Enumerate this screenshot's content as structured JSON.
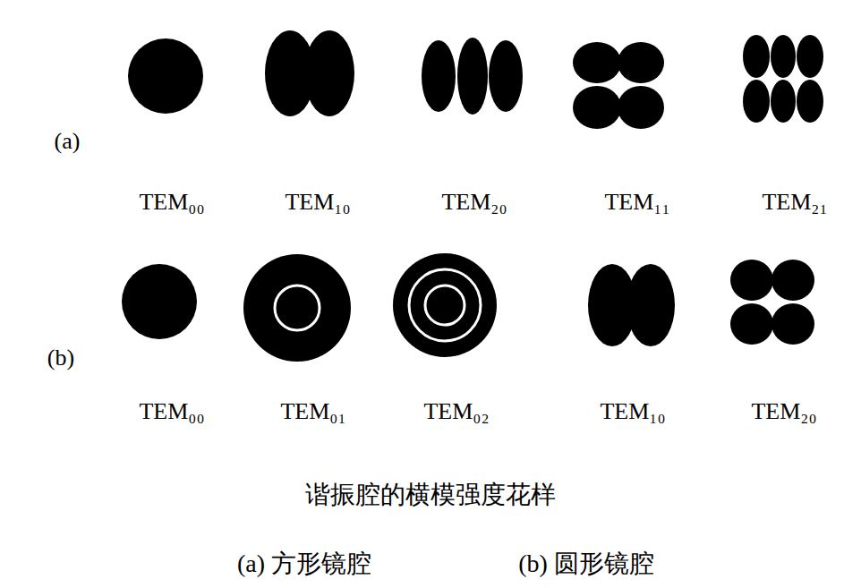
{
  "diagram": {
    "caption": "谐振腔的横模强度花样",
    "labels": [
      "(a)",
      "TEM₀₀",
      "TEM₁₀",
      "TEM₂₀",
      "TEM₁₁",
      "TEM₂₁",
      "(b)",
      "TEM₀₀",
      "TEM₀₁",
      "TEM₀₂",
      "TEM₁₀",
      "TEM₂₀",
      "(a) 方形镜腔",
      "(b) 圆形镜腔"
    ]
  }
}
